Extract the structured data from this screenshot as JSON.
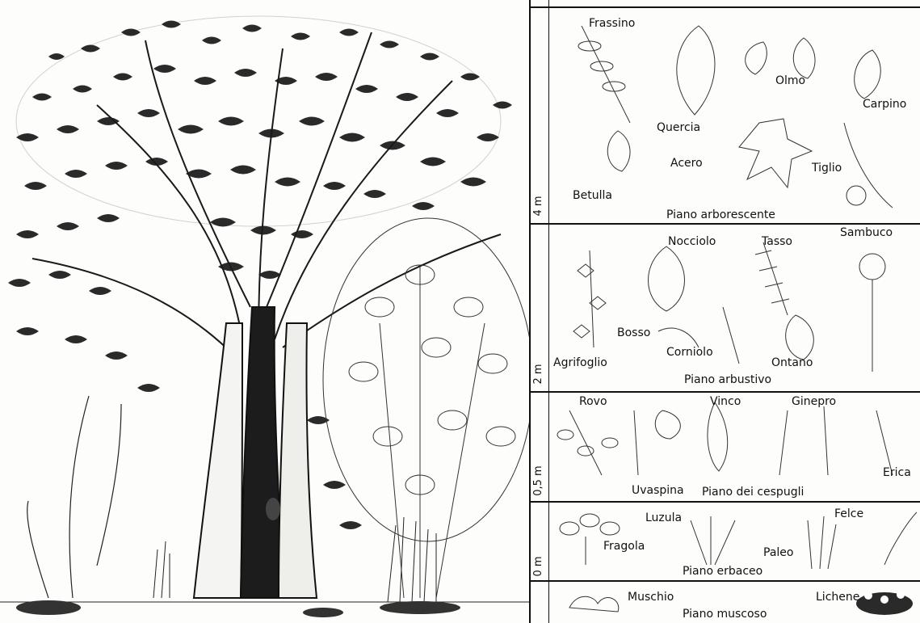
{
  "layers": [
    {
      "height": "4 m",
      "name": "Piano arborescente",
      "plants": [
        "Frassino",
        "Quercia",
        "Olmo",
        "Carpino",
        "Betulla",
        "Acero",
        "Tiglio"
      ]
    },
    {
      "height": "2 m",
      "name": "Piano arbustivo",
      "plants": [
        "Nocciolo",
        "Tasso",
        "Sambuco",
        "Bosso",
        "Agrifoglio",
        "Corniolo",
        "Ontano"
      ]
    },
    {
      "height": "0,5 m",
      "name": "Piano dei cespugli",
      "plants": [
        "Rovo",
        "Vinco",
        "Ginepro",
        "Uvaspina",
        "Erica"
      ]
    },
    {
      "height": "0 m",
      "name": "Piano erbaceo",
      "plants": [
        "Luzula",
        "Felce",
        "Fragola",
        "Paleo"
      ]
    },
    {
      "height": "",
      "name": "Piano muscoso",
      "plants": [
        "Muschio",
        "Lichene"
      ]
    }
  ]
}
